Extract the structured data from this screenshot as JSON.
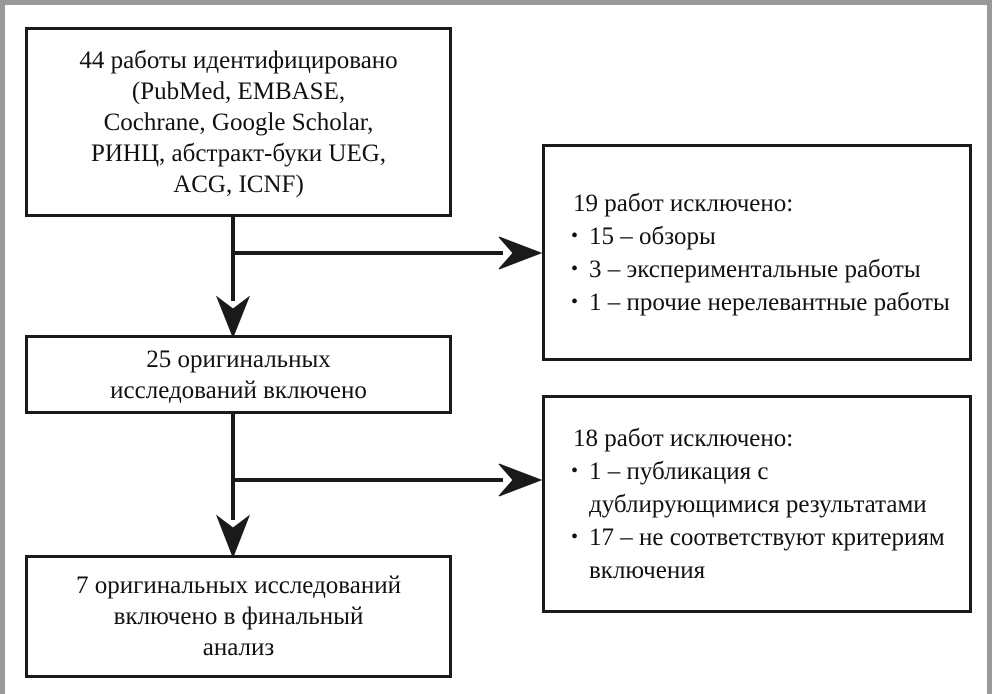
{
  "figure": {
    "type": "flowchart",
    "language": "ru",
    "background_color": "#ffffff",
    "line_color": "#1a1a1a",
    "frame_color": "#9a9a9a"
  },
  "nodes": {
    "sources": {
      "id": "sources",
      "count": 44,
      "lines": [
        "44 работы идентифицировано",
        "(PubMed, EMBASE,",
        "Cochrane, Google Scholar,",
        "РИНЦ, абстракт-буки UEG,",
        "ACG, ICNF)"
      ]
    },
    "included": {
      "id": "included",
      "count": 25,
      "lines": [
        "25 оригинальных",
        "исследований включено"
      ]
    },
    "final": {
      "id": "final",
      "count": 7,
      "lines": [
        "7 оригинальных исследований",
        "включено в финальный",
        "анализ"
      ]
    },
    "excluded_1": {
      "id": "excluded_1",
      "count": 19,
      "heading": "19 работ исключено:",
      "bullet_glyph": "•",
      "items": [
        "15 – обзоры",
        "3 – экспериментальные работы",
        "1 – прочие нерелевантные работы"
      ]
    },
    "excluded_2": {
      "id": "excluded_2",
      "count": 18,
      "heading": "18 работ исключено:",
      "bullet_glyph": "•",
      "items": [
        "1 – публикация с дублирующимися результатами",
        "17 – не соответствуют критериям включения"
      ]
    }
  },
  "edges": [
    {
      "from": "sources",
      "to": "included",
      "direction": "down"
    },
    {
      "from": "sources",
      "to": "excluded_1",
      "direction": "right"
    },
    {
      "from": "included",
      "to": "final",
      "direction": "down"
    },
    {
      "from": "included",
      "to": "excluded_2",
      "direction": "right"
    }
  ]
}
